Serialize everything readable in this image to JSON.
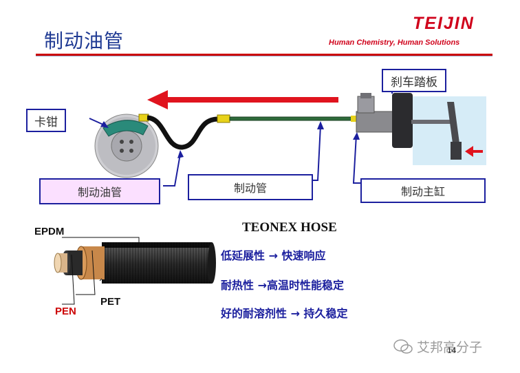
{
  "header": {
    "title": "制动油管",
    "logo": "TEIJIN",
    "tagline": "Human Chemistry, Human Solutions"
  },
  "diagram": {
    "labels": {
      "caliper": "卡钳",
      "pedal": "刹车踏板",
      "brake_hose": "制动油管",
      "brake_pipe": "制动管",
      "master_cylinder": "制动主缸"
    }
  },
  "hose": {
    "title": "TEONEX HOSE",
    "layers": {
      "outer": "EPDM",
      "middle": "PET",
      "inner": "PEN"
    },
    "properties": [
      "低延展性 → 快速响应",
      "耐热性 →高温时性能稳定",
      "好的耐溶剂性 → 持久稳定"
    ]
  },
  "footer": {
    "watermark": "艾邦高分子",
    "page_number": "14"
  },
  "colors": {
    "title": "#1f3a93",
    "accent_red": "#d0021b",
    "box_border": "#1b1f9e",
    "brake_hose_fill": "#fbe0ff",
    "pedal_panel": "#d6ecf7"
  }
}
